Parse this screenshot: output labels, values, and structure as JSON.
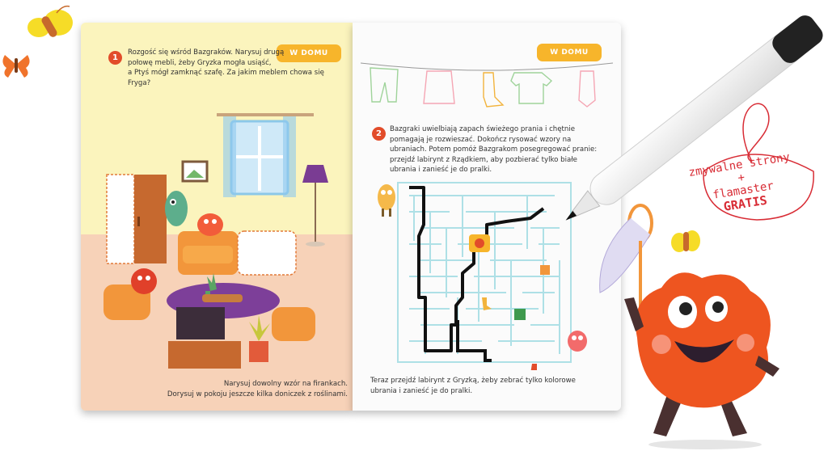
{
  "left_page": {
    "number": "1",
    "tag": "W DOMU",
    "instruction": [
      "Rozgość się wśród Bazgraków. Narysuj drugą",
      "połowę mebli, żeby Gryzka mogła usiąść,",
      "a Ptyś mógł zamknąć szafę. Za jakim meblem chowa się Fryga?"
    ],
    "bottom_text": [
      "Narysuj dowolny wzór na firankach.",
      "Dorysuj w pokoju jeszcze kilka doniczek z roślinami."
    ]
  },
  "right_page": {
    "number": "2",
    "tag": "W DOMU",
    "instruction": [
      "Bazgraki uwielbiają zapach świeżego prania i chętnie",
      "pomagają je rozwieszać. Dokończ rysować wzory na",
      "ubraniach. Potem pomóż Bazgrakom posegregować pranie:",
      "przejdź labirynt z Rządkiem, aby pozbierać tylko białe",
      "ubrania i zanieść je do pralki."
    ],
    "bottom_text": [
      "Teraz przejdź labirynt z Gryzką, żeby zebrać tylko kolorowe",
      "ubrania i zanieść je do pralki."
    ]
  },
  "promo": {
    "line1": "zmywalne strony",
    "line2": "+",
    "line3": "flamaster",
    "line4": "GRATIS"
  },
  "colors": {
    "accent_red": "#e24c2a",
    "tag_yellow": "#f7b52b",
    "promo_red": "#d82c35",
    "maze_lines": "#aee0e6"
  },
  "icons": [
    "butterfly-icon",
    "marker-pen-icon",
    "butterfly-net-icon",
    "monster-character-icon"
  ]
}
